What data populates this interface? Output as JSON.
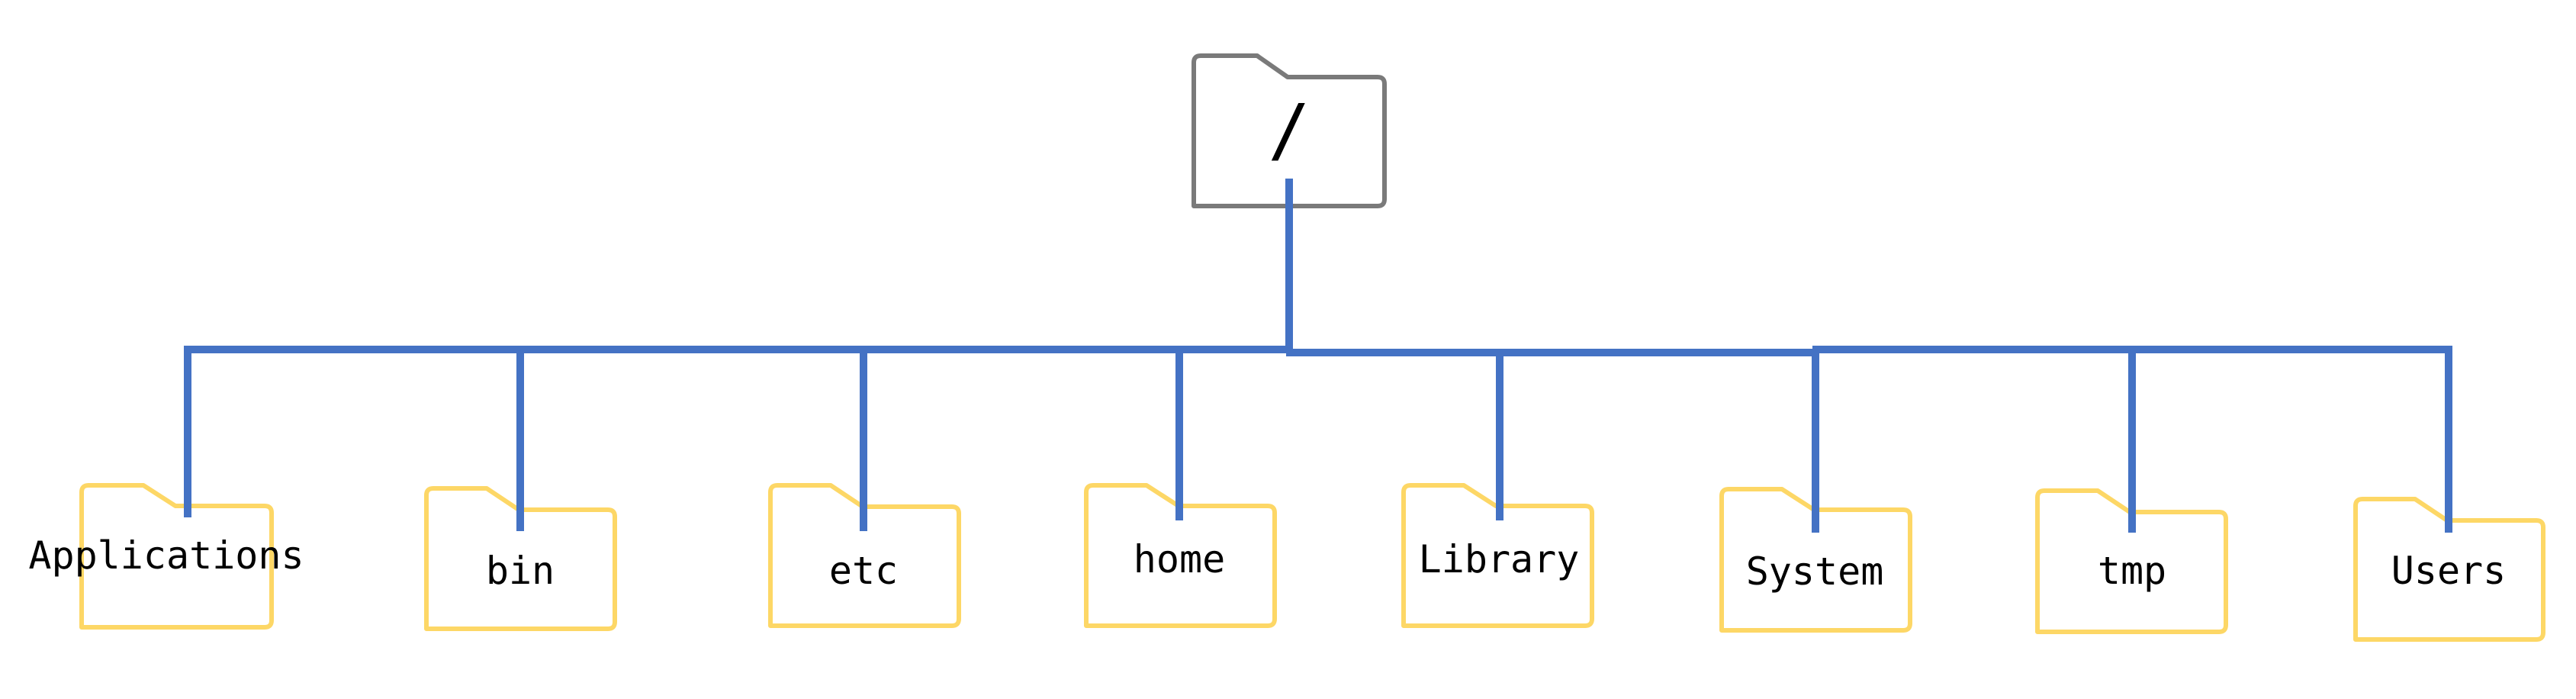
{
  "colors": {
    "root_folder_stroke": "#7a7a7a",
    "child_folder_stroke": "#fdd766",
    "connector": "#4472c4",
    "text": "#000000"
  },
  "root": {
    "label": "/",
    "icon": "folder-icon"
  },
  "children": [
    {
      "label": "Applications",
      "icon": "folder-icon"
    },
    {
      "label": "bin",
      "icon": "folder-icon"
    },
    {
      "label": "etc",
      "icon": "folder-icon"
    },
    {
      "label": "home",
      "icon": "folder-icon"
    },
    {
      "label": "Library",
      "icon": "folder-icon"
    },
    {
      "label": "System",
      "icon": "folder-icon"
    },
    {
      "label": "tmp",
      "icon": "folder-icon"
    },
    {
      "label": "Users",
      "icon": "folder-icon"
    }
  ]
}
